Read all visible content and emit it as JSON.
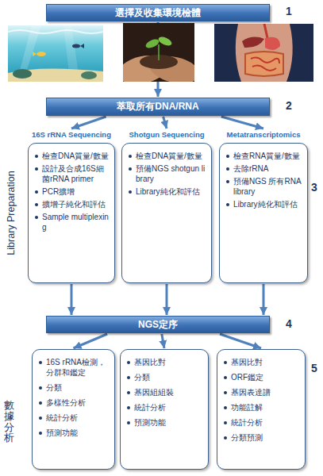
{
  "diagram": {
    "nodes": [
      {
        "text": [
          "選擇及收集環境檢體"
        ]
      },
      {
        "text": [
          "萃取所有DNA/RNA"
        ]
      },
      {
        "text": [
          "16S rRNA Sequencing",
          "檢查DNA質量/數量",
          "設計及合成16S細菌rRNA primer",
          "PCR擴增",
          "擴增子純化和評估",
          "Sample multiplexing"
        ]
      },
      {
        "text": [
          "Shotgun Sequencing",
          "檢查DNA質量/數量",
          "預備NGS shotgun library",
          "Library純化和評估"
        ]
      },
      {
        "text": [
          "Metatranscriptomics",
          "檢查RNA質量/數量",
          "去除rRNA",
          "預備NGS 所有RNA library",
          "Library純化和評估"
        ]
      },
      {
        "text": [
          "NGS定序"
        ]
      },
      {
        "text": [
          "16S rRNA檢測，分群和鑑定",
          "分類",
          "多樣性分析",
          "統計分析",
          "預測功能"
        ]
      },
      {
        "text": [
          "基因比對",
          "分類",
          "基因組組裝",
          "統計分析",
          "預測功能"
        ]
      },
      {
        "text": [
          "基因比對",
          "ORF鑑定",
          "基因表達譜",
          "功能註解",
          "統計分析",
          "分類預測"
        ]
      }
    ],
    "edges": [
      {
        "from": 0,
        "to": 1,
        "arrow": "to"
      },
      {
        "from": 1,
        "to": 2,
        "arrow": "to"
      },
      {
        "from": 1,
        "to": 3,
        "arrow": "to"
      },
      {
        "from": 1,
        "to": 4,
        "arrow": "to"
      },
      {
        "from": 2,
        "to": 5,
        "arrow": "to"
      },
      {
        "from": 3,
        "to": 5,
        "arrow": "to"
      },
      {
        "from": 4,
        "to": 5,
        "arrow": "to"
      },
      {
        "from": 5,
        "to": 6,
        "arrow": "to"
      },
      {
        "from": 5,
        "to": 7,
        "arrow": "to"
      },
      {
        "from": 5,
        "to": 8,
        "arrow": "to"
      }
    ],
    "labels": [
      "1",
      "2",
      "Library Preparation",
      "3",
      "4",
      "數據分析",
      "5"
    ]
  }
}
